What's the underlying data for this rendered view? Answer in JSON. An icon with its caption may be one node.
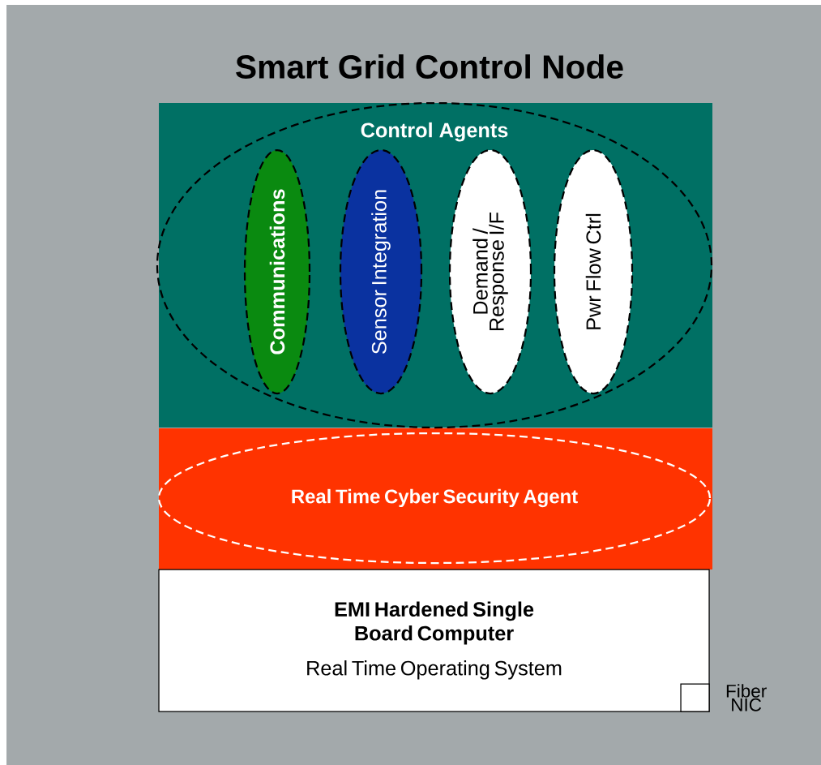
{
  "diagram": {
    "title": "Smart Grid Control Node",
    "nodes": [
      {
        "text": [
          "Control Agents"
        ]
      },
      {
        "text": [
          "Communications"
        ],
        "in": 0
      },
      {
        "text": [
          "Sensor Integration"
        ],
        "in": 0
      },
      {
        "text": [
          "Demand / Response I/F"
        ],
        "in": 0
      },
      {
        "text": [
          "Pwr Flow Ctrl"
        ],
        "in": 0
      },
      {
        "text": [
          "Real Time Cyber Security Agent"
        ]
      },
      {
        "text": [
          "EMI Hardened Single Board Computer",
          "Real Time Operating System"
        ]
      },
      {
        "text": [],
        "shape": "box",
        "in": 6,
        "beside": [
          "Fiber NIC"
        ]
      }
    ],
    "edges": []
  }
}
